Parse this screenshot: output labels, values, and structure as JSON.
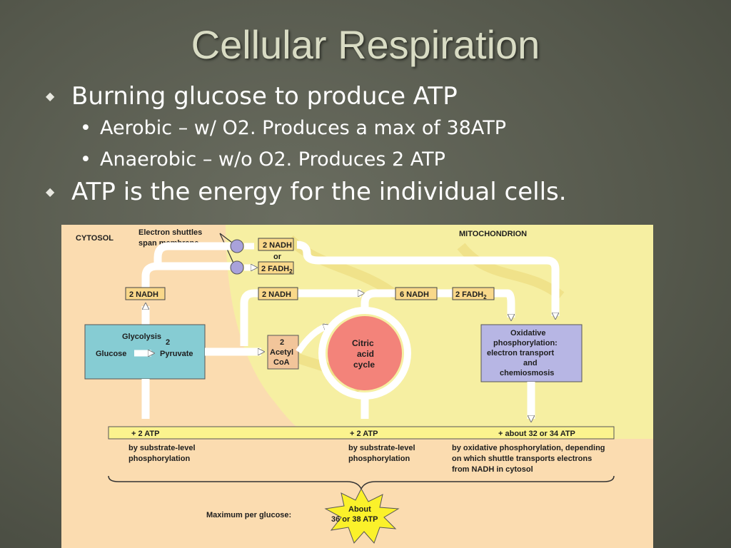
{
  "slide": {
    "title": "Cellular Respiration",
    "bullets": [
      {
        "text": "Burning glucose to produce ATP",
        "sub": [
          "Aerobic – w/ O2.  Produces a max of 38ATP",
          "Anaerobic – w/o O2.  Produces 2 ATP"
        ]
      },
      {
        "text": "ATP is the energy for the individual cells."
      }
    ]
  },
  "diagram": {
    "cytosol_label": "CYTOSOL",
    "mito_label": "MITOCHONDRION",
    "shuttle_label": [
      "Electron shuttles",
      "span membrane"
    ],
    "nadh_top": "2 NADH",
    "or_label": "or",
    "fadh_top": "2 FADH",
    "fadh_sub": "2",
    "nadh_left": "2 NADH",
    "nadh_mid": "2 NADH",
    "nadh_six": "6 NADH",
    "fadh_right": "2 FADH",
    "fadh_right_sub": "2",
    "glycolysis": [
      "Glycolysis",
      "Glucose",
      "2",
      "Pyruvate"
    ],
    "acetyl": [
      "2",
      "Acetyl",
      "CoA"
    ],
    "citric": [
      "Citric",
      "acid",
      "cycle"
    ],
    "oxphos": [
      "Oxidative",
      "phosphorylation:",
      "electron transport",
      "and",
      "chemiosmosis"
    ],
    "atp1": "+ 2 ATP",
    "atp2": "+ 2 ATP",
    "atp3": "+ about 32 or 34 ATP",
    "note1": [
      "by substrate-level",
      "phosphorylation"
    ],
    "note2": [
      "by substrate-level",
      "phosphorylation"
    ],
    "note3": [
      "by oxidative phosphorylation, depending",
      "on which shuttle transports electrons",
      "from NADH in cytosol"
    ],
    "max_label": "Maximum per glucose:",
    "star": [
      "About",
      "36 or 38 ATP"
    ],
    "colors": {
      "panel": "#fbdcb0",
      "mito": "#f6efa2",
      "glyco": "#86ccd3",
      "citric": "#f3837a",
      "oxphos": "#b7b6e4",
      "atp_bar": "#fbf38e",
      "nadh_box": "#f9d88a",
      "acetyl_box": "#f2c59a",
      "star": "#fbf12a"
    }
  }
}
